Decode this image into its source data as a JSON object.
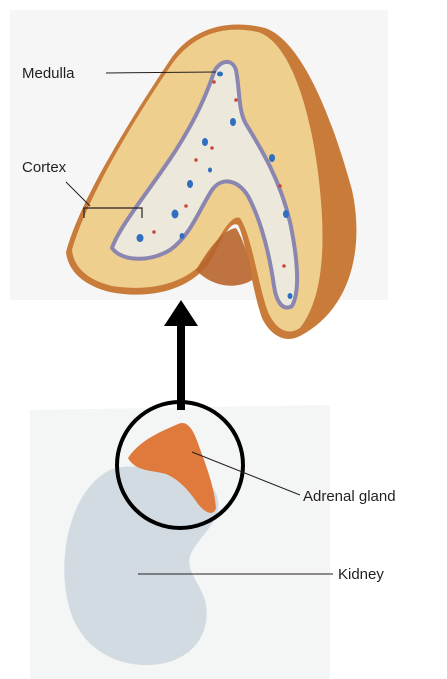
{
  "labels": {
    "medulla": "Medulla",
    "cortex": "Cortex",
    "adrenal_gland": "Adrenal gland",
    "kidney": "Kidney"
  },
  "colors": {
    "cortex_fill": "#efcf8e",
    "capsule": "#c97b3a",
    "medulla_fill": "#ece9dc",
    "medulla_border": "#8a86b0",
    "vessel_blue": "#2f6fc0",
    "vessel_red": "#c8483a",
    "kidney": "#d2dbe2",
    "adrenal": "#e07a3c",
    "line": "#231f20"
  }
}
